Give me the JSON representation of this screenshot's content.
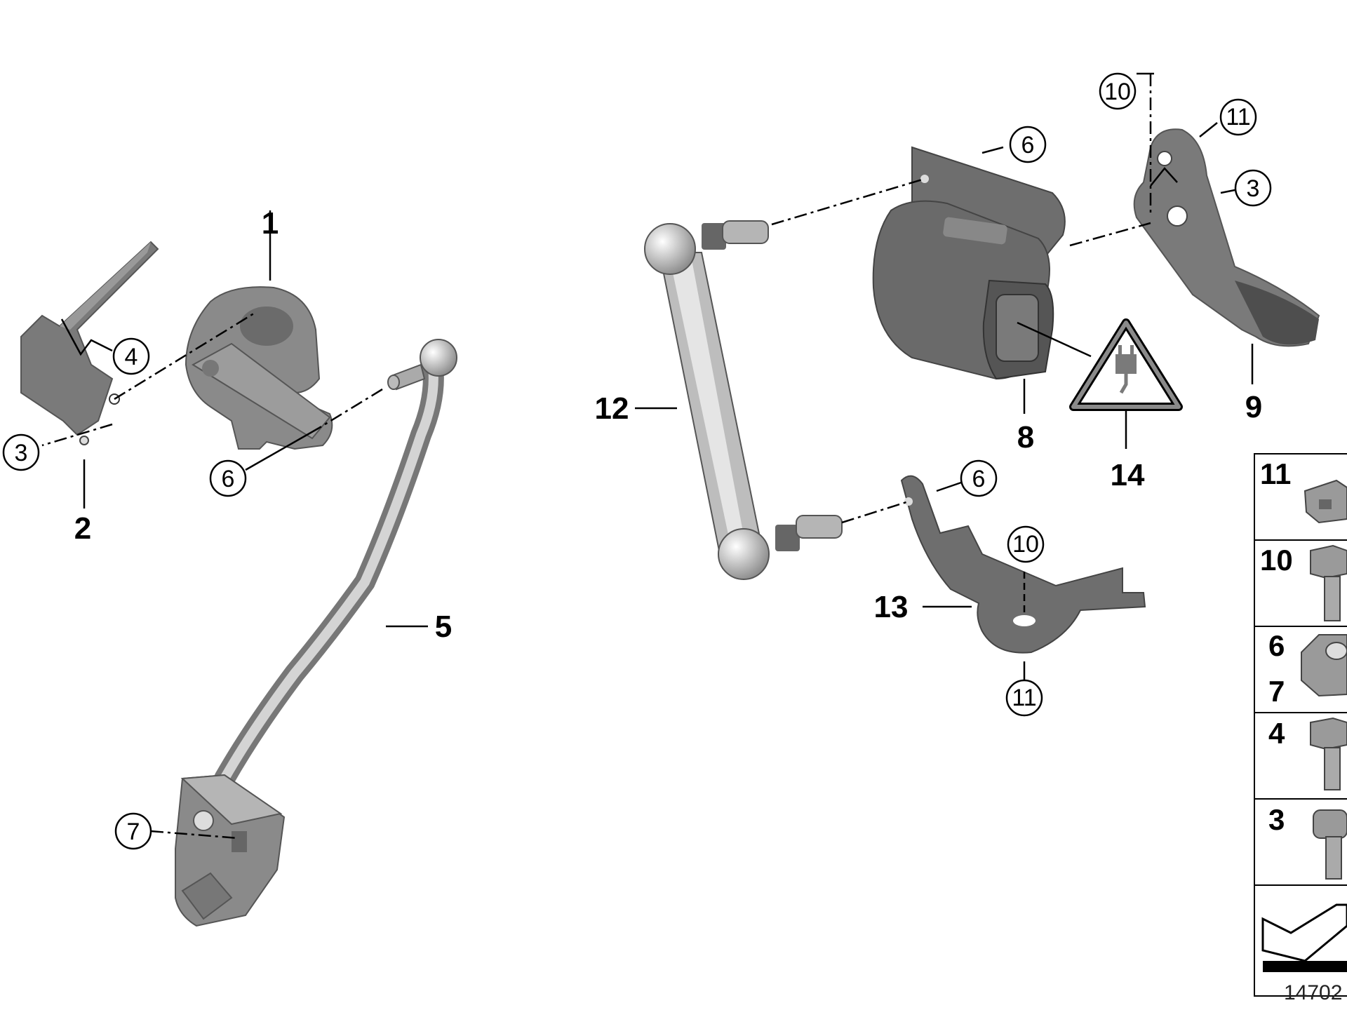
{
  "callouts": {
    "left_1": "1",
    "left_2": "2",
    "left_3": "3",
    "left_4": "4",
    "left_5": "5",
    "left_6": "6",
    "left_7": "7",
    "right_6a": "6",
    "right_6b": "6",
    "right_8": "8",
    "right_9": "9",
    "right_10a": "10",
    "right_10b": "10",
    "right_11a": "11",
    "right_11b": "11",
    "right_3": "3",
    "right_12": "12",
    "right_13": "13",
    "right_14": "14"
  },
  "legend": {
    "items": [
      {
        "label": "11",
        "icon": "clip-nut-icon"
      },
      {
        "label": "10",
        "icon": "hex-bolt-icon"
      },
      {
        "label": "6",
        "label2": "7",
        "icon": "hex-nut-icon"
      },
      {
        "label": "4",
        "icon": "hex-bolt-icon"
      },
      {
        "label": "3",
        "icon": "socket-cap-screw-icon"
      }
    ],
    "footer_icon": "direction-arrow-icon"
  },
  "image_number": "14702",
  "colors": {
    "part_dark": "#6e6e6e",
    "part_light": "#a8a8a8",
    "line": "#000000"
  }
}
